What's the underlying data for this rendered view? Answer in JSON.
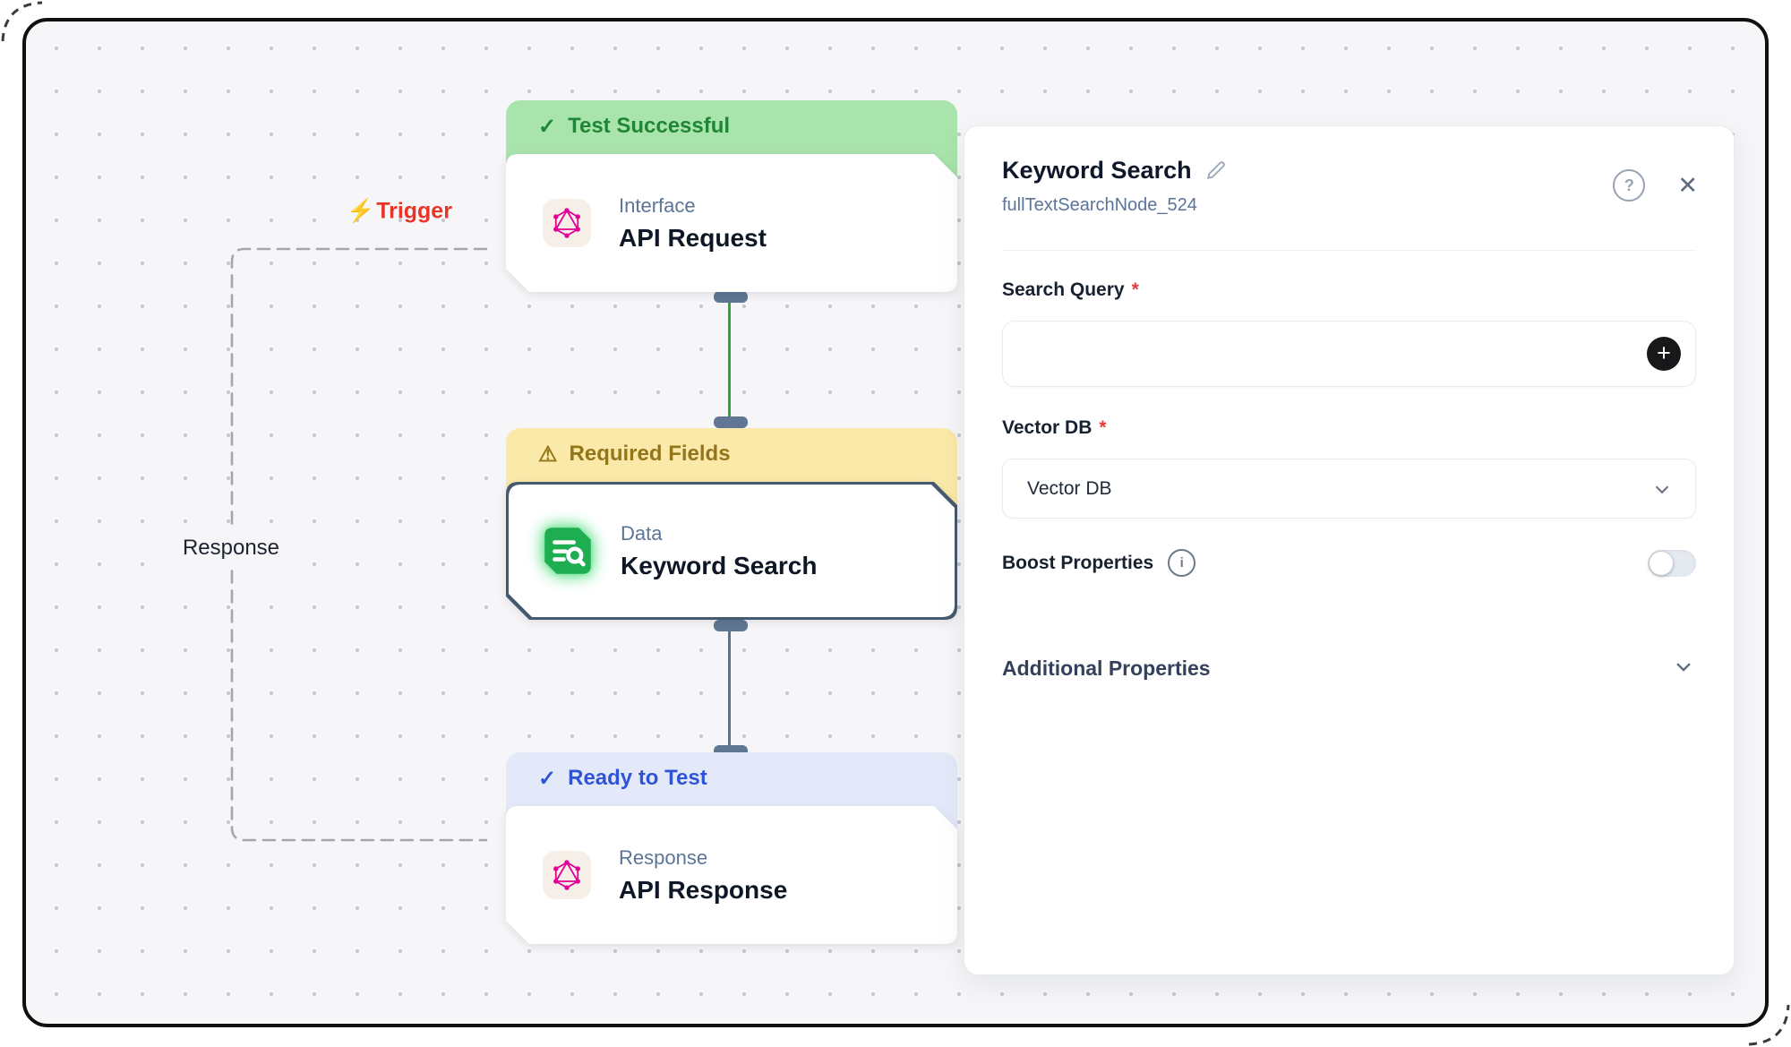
{
  "icons": {
    "check": "✓",
    "warning": "⚠",
    "bolt": "⚡",
    "help": "?",
    "close": "✕",
    "add": "+",
    "info": "i"
  },
  "canvas": {
    "edge_labels": {
      "trigger": "Trigger",
      "response": "Response"
    },
    "nodes": [
      {
        "status": "Test Successful",
        "status_type": "success",
        "category": "Interface",
        "title": "API Request",
        "icon": "graphql-icon"
      },
      {
        "status": "Required Fields",
        "status_type": "warning",
        "category": "Data",
        "title": "Keyword Search",
        "icon": "list-search-icon",
        "selected": true
      },
      {
        "status": "Ready to Test",
        "status_type": "info",
        "category": "Response",
        "title": "API Response",
        "icon": "graphql-icon"
      }
    ]
  },
  "panel": {
    "title": "Keyword Search",
    "subtitle": "fullTextSearchNode_524",
    "required_marker": "*",
    "fields": {
      "search_query": {
        "label": "Search Query",
        "required": true,
        "value": ""
      },
      "vector_db": {
        "label": "Vector DB",
        "required": true,
        "selected_value": "Vector DB"
      },
      "boost_properties": {
        "label": "Boost Properties",
        "enabled": false
      }
    },
    "sections": {
      "additional_properties": "Additional Properties"
    }
  },
  "colors": {
    "canvas_bg": "#f6f6f8",
    "success_bg": "#a9e4ac",
    "success_text": "#1f8636",
    "warning_bg": "#fbe9a9",
    "warning_text": "#94761a",
    "info_bg": "#e4e9fa",
    "info_text": "#3054d6",
    "trigger_red": "#e93528",
    "node_pink": "#e10098",
    "icon_green": "#1fad52",
    "connector_slate": "#5f7795",
    "edge_green": "#29a83c",
    "selected_border": "#44586e",
    "panel_subtitle": "#5c7499"
  }
}
